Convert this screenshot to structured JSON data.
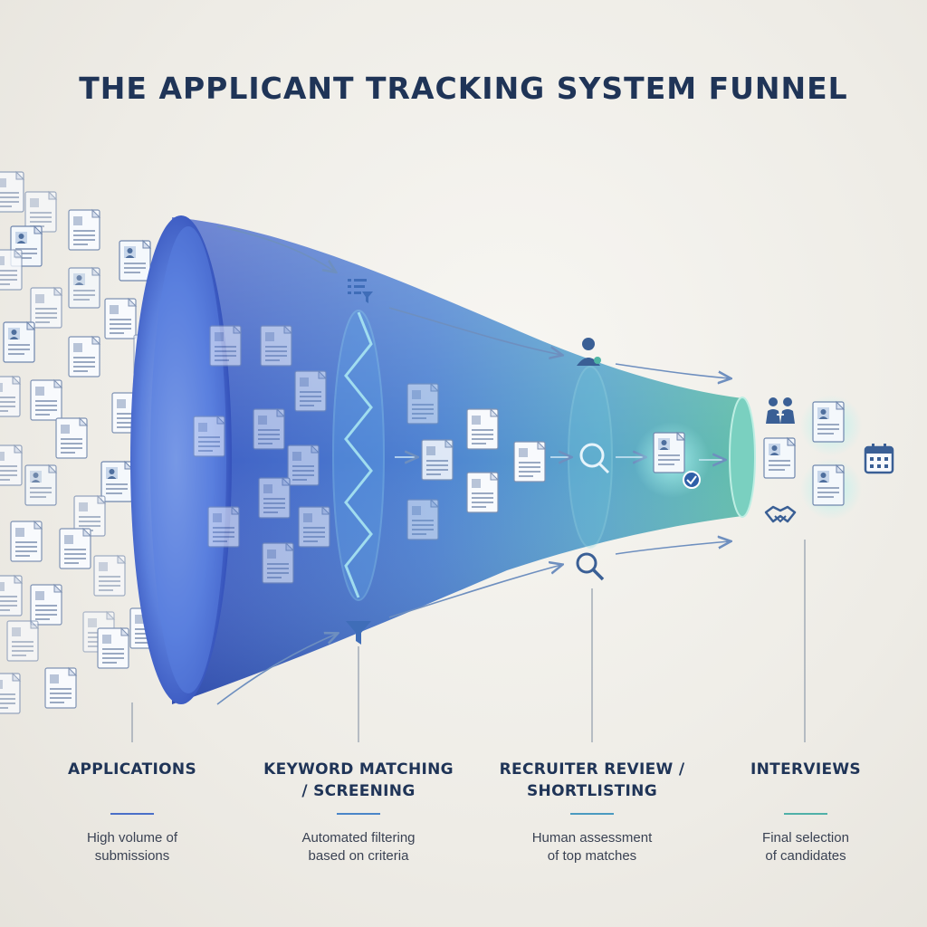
{
  "title": "THE APPLICANT TRACKING SYSTEM FUNNEL",
  "stages": [
    {
      "title_lines": [
        "APPLICATIONS"
      ],
      "desc_lines": [
        "High volume of",
        "submissions"
      ],
      "accent": "#4a6fc8"
    },
    {
      "title_lines": [
        "KEYWORD MATCHING",
        "/ SCREENING"
      ],
      "desc_lines": [
        "Automated filtering",
        "based on criteria"
      ],
      "accent": "#4a86c8"
    },
    {
      "title_lines": [
        "RECRUITER REVIEW /",
        "SHORTLISTING"
      ],
      "desc_lines": [
        "Human assessment",
        "of top matches"
      ],
      "accent": "#4a9ac0"
    },
    {
      "title_lines": [
        "INTERVIEWS"
      ],
      "desc_lines": [
        "Final selection",
        "of candidates"
      ],
      "accent": "#4fb0a8"
    }
  ],
  "icons": [
    "list-filter-icon",
    "recruiter-icon",
    "magnifier-icon",
    "funnel-filter-icon",
    "team-icon",
    "handshake-icon",
    "calendar-icon",
    "approved-resume-icon"
  ],
  "colors": {
    "title": "#1f3457",
    "funnel_blue": "#3556c4",
    "funnel_teal": "#4fb5a4",
    "arrow": "#6e8fbf"
  }
}
